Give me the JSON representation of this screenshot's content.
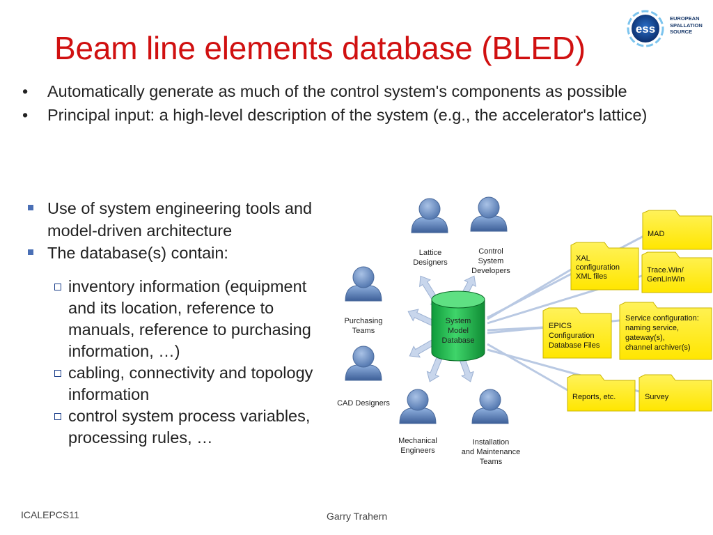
{
  "slide": {
    "title": "Beam line elements database (BLED)",
    "bullets": [
      "Automatically generate as much of the control system's components as possible",
      "Principal input: a high-level description of the system (e.g., the accelerator's lattice)"
    ],
    "sub_bullets": [
      "Use of system engineering tools and model-driven architecture",
      "The database(s) contain:"
    ],
    "db_contents": [
      "inventory information (equipment and its location, reference to manuals, reference to purchasing information, …)",
      "cabling, connectivity and topology information",
      "control system process variables, processing rules, …"
    ],
    "footer_left": "ICALEPCS11",
    "footer_center": "Garry Trahern"
  },
  "logo": {
    "mark": "ess",
    "text_lines": [
      "EUROPEAN",
      "SPALLATION",
      "SOURCE"
    ]
  },
  "diagram": {
    "center": [
      "System",
      "Model",
      "Database"
    ],
    "actors": {
      "lattice": [
        "Lattice",
        "Designers"
      ],
      "control": [
        "Control",
        "System",
        "Developers"
      ],
      "purchasing": [
        "Purchasing",
        "Teams"
      ],
      "cad": [
        "CAD Designers"
      ],
      "mechanical": [
        "Mechanical",
        "Engineers"
      ],
      "installation": [
        "Installation",
        "and Maintenance",
        "Teams"
      ]
    },
    "folders": {
      "mad": [
        "MAD"
      ],
      "xal": [
        "XAL",
        "configuration",
        "XML files"
      ],
      "tracewin": [
        "Trace.Win/",
        "GenLinWin"
      ],
      "epics": [
        "EPICS",
        "Configuration",
        "Database Files"
      ],
      "service": [
        "Service configuration:",
        "naming service,",
        "gateway(s),",
        "channel archiver(s)"
      ],
      "reports": [
        "Reports, etc."
      ],
      "survey": [
        "Survey"
      ]
    }
  },
  "colors": {
    "title": "#d01010",
    "folder": "#ffee22",
    "cylinder": "#19b84a",
    "person": "#6a8ec4",
    "bullet_square": "#4a6fb5",
    "arrow": "#c8d6ec"
  }
}
